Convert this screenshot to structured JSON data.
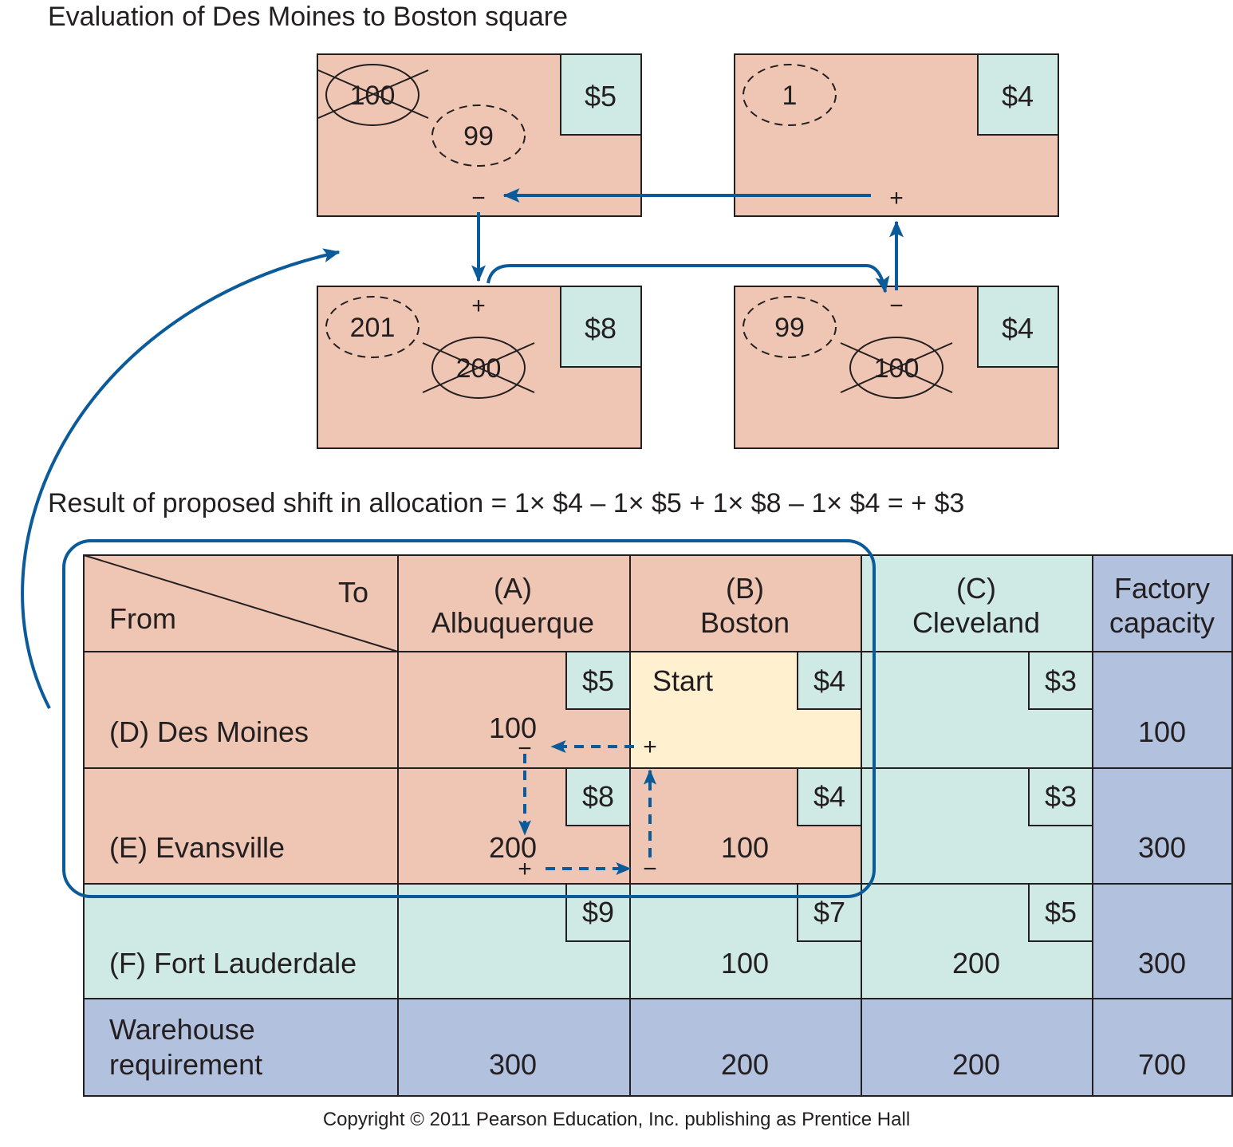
{
  "title": "Evaluation of Des Moines to Boston square",
  "formula": "Result of proposed shift in allocation = 1× $4 – 1× $5 + 1× $8 – 1× $4 = + $3",
  "copyright": "Copyright © 2011 Pearson Education, Inc. publishing as Prentice Hall",
  "colors": {
    "salmon": "#efc5b3",
    "mint": "#cfe9e5",
    "lavender": "#b2c1de",
    "start": "#fff0cf",
    "arrow": "#0b5b9a",
    "line": "#231f20"
  },
  "evaluation": {
    "top_left": {
      "cost": "$5",
      "crossed": "100",
      "new": "99",
      "sign": "−"
    },
    "top_right": {
      "cost": "$4",
      "new": "1",
      "sign": "+"
    },
    "bottom_left": {
      "cost": "$8",
      "crossed": "200",
      "new": "201",
      "sign": "+"
    },
    "bottom_right": {
      "cost": "$4",
      "crossed": "100",
      "new": "99",
      "sign": "−"
    }
  },
  "table": {
    "header": {
      "to": "To",
      "from": "From",
      "columns": [
        {
          "code": "(A)",
          "name": "Albuquerque"
        },
        {
          "code": "(B)",
          "name": "Boston"
        },
        {
          "code": "(C)",
          "name": "Cleveland"
        }
      ],
      "capacity_line1": "Factory",
      "capacity_line2": "capacity"
    },
    "rows": [
      {
        "label": "(D) Des Moines",
        "costs": [
          "$5",
          "$4",
          "$3"
        ],
        "values": [
          "100",
          "",
          ""
        ],
        "capacity": "100"
      },
      {
        "label": "(E) Evansville",
        "costs": [
          "$8",
          "$4",
          "$3"
        ],
        "values": [
          "200",
          "100",
          ""
        ],
        "capacity": "300"
      },
      {
        "label": "(F) Fort Lauderdale",
        "costs": [
          "$9",
          "$7",
          "$5"
        ],
        "values": [
          "",
          "100",
          "200"
        ],
        "capacity": "300"
      }
    ],
    "requirement": {
      "label_line1": "Warehouse",
      "label_line2": "requirement",
      "values": [
        "300",
        "200",
        "200"
      ],
      "total": "700"
    },
    "start_label": "Start",
    "path_signs": {
      "des_moines_albuquerque": "−",
      "des_moines_boston": "+",
      "evansville_albuquerque": "+",
      "evansville_boston": "−"
    }
  }
}
